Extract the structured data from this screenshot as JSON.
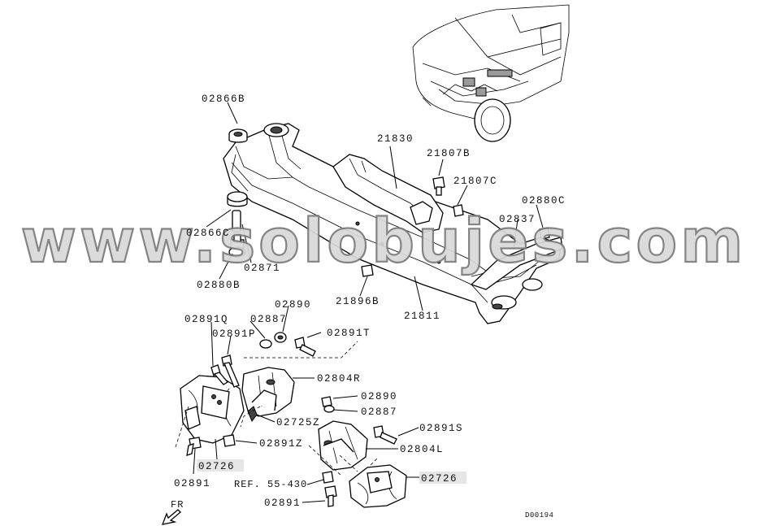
{
  "watermark": "www.solobujes.com",
  "direction_label": "FR",
  "diagram_code": "D00194",
  "labels": {
    "p02866B": "02866B",
    "p02866C": "02866C",
    "p02871": "02871",
    "p02880B": "02880B",
    "p21830": "21830",
    "p21807B": "21807B",
    "p21807C": "21807C",
    "p02880C": "02880C",
    "p02837": "02837",
    "p21896B": "21896B",
    "p21811": "21811",
    "p02891Q": "02891Q",
    "p02887a": "02887",
    "p02890a": "02890",
    "p02891P": "02891P",
    "p02891T": "02891T",
    "p02804R": "02804R",
    "p02890b": "02890",
    "p02887b": "02887",
    "p02725Z": "02725Z",
    "p02891S": "02891S",
    "p02891Z": "02891Z",
    "p02804L": "02804L",
    "p02726a": "02726",
    "p02726b": "02726",
    "p02891a": "02891",
    "p02891b": "02891",
    "ref5543": "REF. 55-430"
  }
}
